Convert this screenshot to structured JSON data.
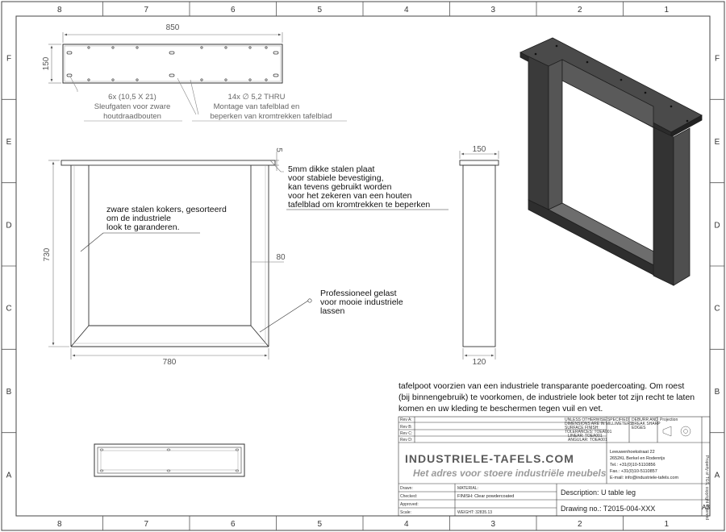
{
  "border": {
    "columns": [
      "8",
      "7",
      "6",
      "5",
      "4",
      "3",
      "2",
      "1"
    ],
    "rows": [
      "F",
      "E",
      "D",
      "C",
      "B",
      "A"
    ]
  },
  "top_view": {
    "width_label": "850",
    "height_label": "150",
    "slot_note": [
      "6x (10,5 X 21)",
      "Sleufgaten voor zware",
      "houtdraadbouten"
    ],
    "hole_note": [
      "14x ∅ 5,2 THRU",
      "Montage van tafelblad en",
      "beperken van kromtrekken tafelblad"
    ]
  },
  "front_view": {
    "height_label": "730",
    "width_label": "780",
    "tube_label": "80",
    "plate_label": "5",
    "plate_note": [
      "5mm dikke stalen plaat",
      "voor stabiele bevestiging,",
      "kan tevens gebruikt worden",
      "voor het zekeren van een houten",
      "tafelblad om kromtrekken te beperken"
    ],
    "tube_note": [
      "zware stalen kokers, gesorteerd",
      "om de industriele",
      "look te garanderen."
    ],
    "weld_note": [
      "Professioneel gelast",
      "voor mooie industriele",
      "lassen"
    ]
  },
  "side_view": {
    "top_label": "150",
    "bottom_label": "120"
  },
  "description": [
    "tafelpoot voorzien van een industriele transparante poedercoating. Om roest",
    "(bij binnengebruik) te voorkomen, de industriele look beter tot zijn recht te laten",
    "komen en uw kleding te beschermen tegen vuil en vet."
  ],
  "title_block": {
    "revs": [
      "Rev A:",
      "Rev B:",
      "Rev C:",
      "Rev D:"
    ],
    "unless_note": [
      "UNLESS OTHERWISE SPECIFIED:",
      "DIMENSIONS ARE IN MILLIMETERS",
      "SURFACE FINISH:",
      "TOLERANCES: TOEA001",
      "LINEAR: TOEA001",
      "ANGULAR: TOEA001"
    ],
    "deburr_note": [
      "DEBURR AND",
      "BREAK SHARP",
      "EDGES"
    ],
    "projection": "Projection",
    "brand": "INDUSTRIELE-TAFELS.COM",
    "tagline": "Het adres voor stoere industriële meubels",
    "address": [
      "Leeuwenhoekstraat 22",
      "2652KL Berkel en Rodenrijs",
      "Tel.: +31(0)10-5110856",
      "Fax.: +31(0)10-5110857",
      "E-mail: info@industriele-tafels.com"
    ],
    "left_rows": [
      "Drawn:",
      "Checked:",
      "Approved:",
      "Scale:"
    ],
    "material": "MATERIAL:",
    "finish": "FINISH: Clear powdercoated",
    "weight": "WEIGHT: 32835.13",
    "description_label": "Description: U table leg",
    "drawing_no": "Drawing no.: T2015-004-XXX",
    "sheet_size": "A3",
    "copyright": "Property of TGS, copyright reserved"
  },
  "colors": {
    "line": "#333333",
    "dim_line": "#777777",
    "steel_dark": "#2b2b2b",
    "steel_mid": "#4a4a4a",
    "steel_light": "#6d6d6d",
    "watermark": "#8a8a8a"
  }
}
